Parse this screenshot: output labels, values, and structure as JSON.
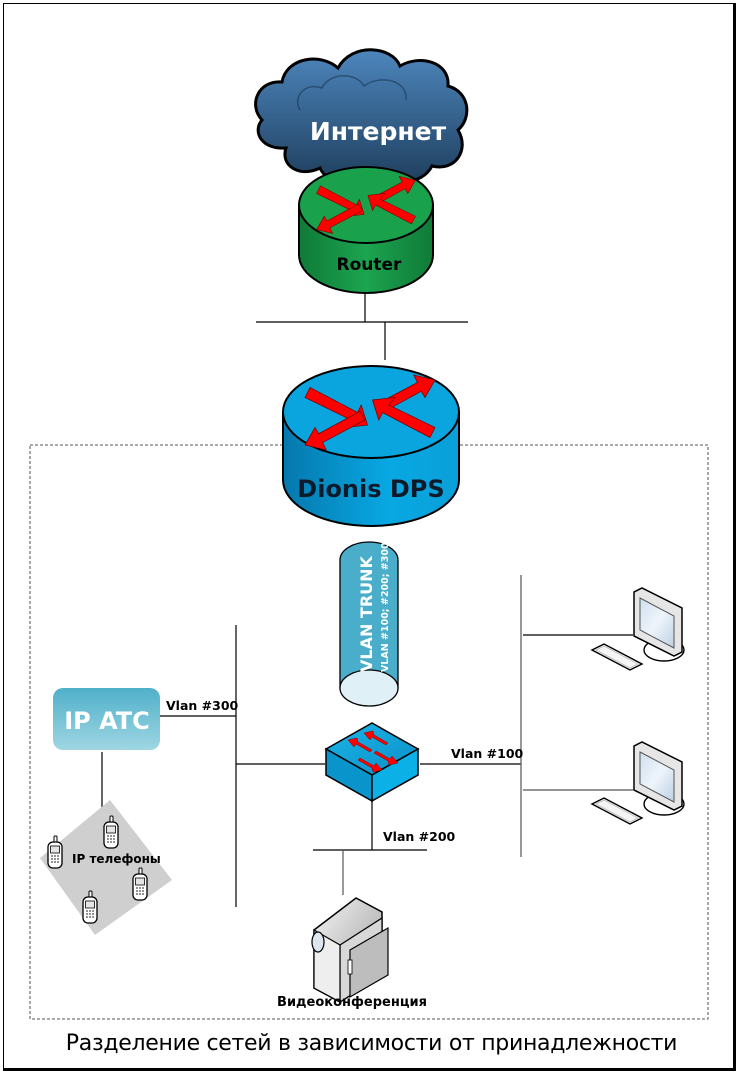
{
  "diagram": {
    "caption": "Разделение сетей в зависимости от принадлежности",
    "nodes": {
      "internet": {
        "label": "Интернет",
        "icon": "cloud-icon"
      },
      "router": {
        "label": "Router",
        "icon": "router-icon"
      },
      "dionis": {
        "label": "Dionis DPS",
        "icon": "router-icon"
      },
      "trunk": {
        "label": "VLAN TRUNK",
        "sublabel": "VLAN #100; #200; #300",
        "icon": "pipe-icon"
      },
      "switch": {
        "label": "",
        "icon": "switch-icon"
      },
      "ip_atc": {
        "label": "IP ATC",
        "icon": "pbx-box"
      },
      "ip_phones": {
        "label": "IP телефоны",
        "icon": "mobile-phone-icon",
        "count": 4
      },
      "video": {
        "label": "Видеоконференция",
        "icon": "video-camera-icon"
      },
      "pc1": {
        "label": "",
        "icon": "workstation-icon"
      },
      "pc2": {
        "label": "",
        "icon": "workstation-icon"
      }
    },
    "links": [
      {
        "from": "internet",
        "to": "router"
      },
      {
        "from": "router",
        "to": "dionis"
      },
      {
        "from": "dionis",
        "to": "switch",
        "label": "VLAN TRUNK"
      },
      {
        "from": "switch",
        "to": "ip_atc",
        "label": "Vlan #300"
      },
      {
        "from": "switch",
        "to": "pc1",
        "label": "Vlan #100"
      },
      {
        "from": "switch",
        "to": "pc2",
        "label": "Vlan #100"
      },
      {
        "from": "switch",
        "to": "video",
        "label": "Vlan #200"
      },
      {
        "from": "ip_atc",
        "to": "ip_phones"
      }
    ],
    "vlan_labels": {
      "v300": "Vlan #300",
      "v100": "Vlan #100",
      "v200": "Vlan #200"
    },
    "colors": {
      "router_green": "#1a9a4a",
      "dionis_blue": "#0aa0d8",
      "arrow_red": "#ff0000",
      "cloud_blue": "#3d6f9e",
      "trunk_blue": "#4aaecb",
      "atc_blue": "#6cc0d6"
    }
  }
}
